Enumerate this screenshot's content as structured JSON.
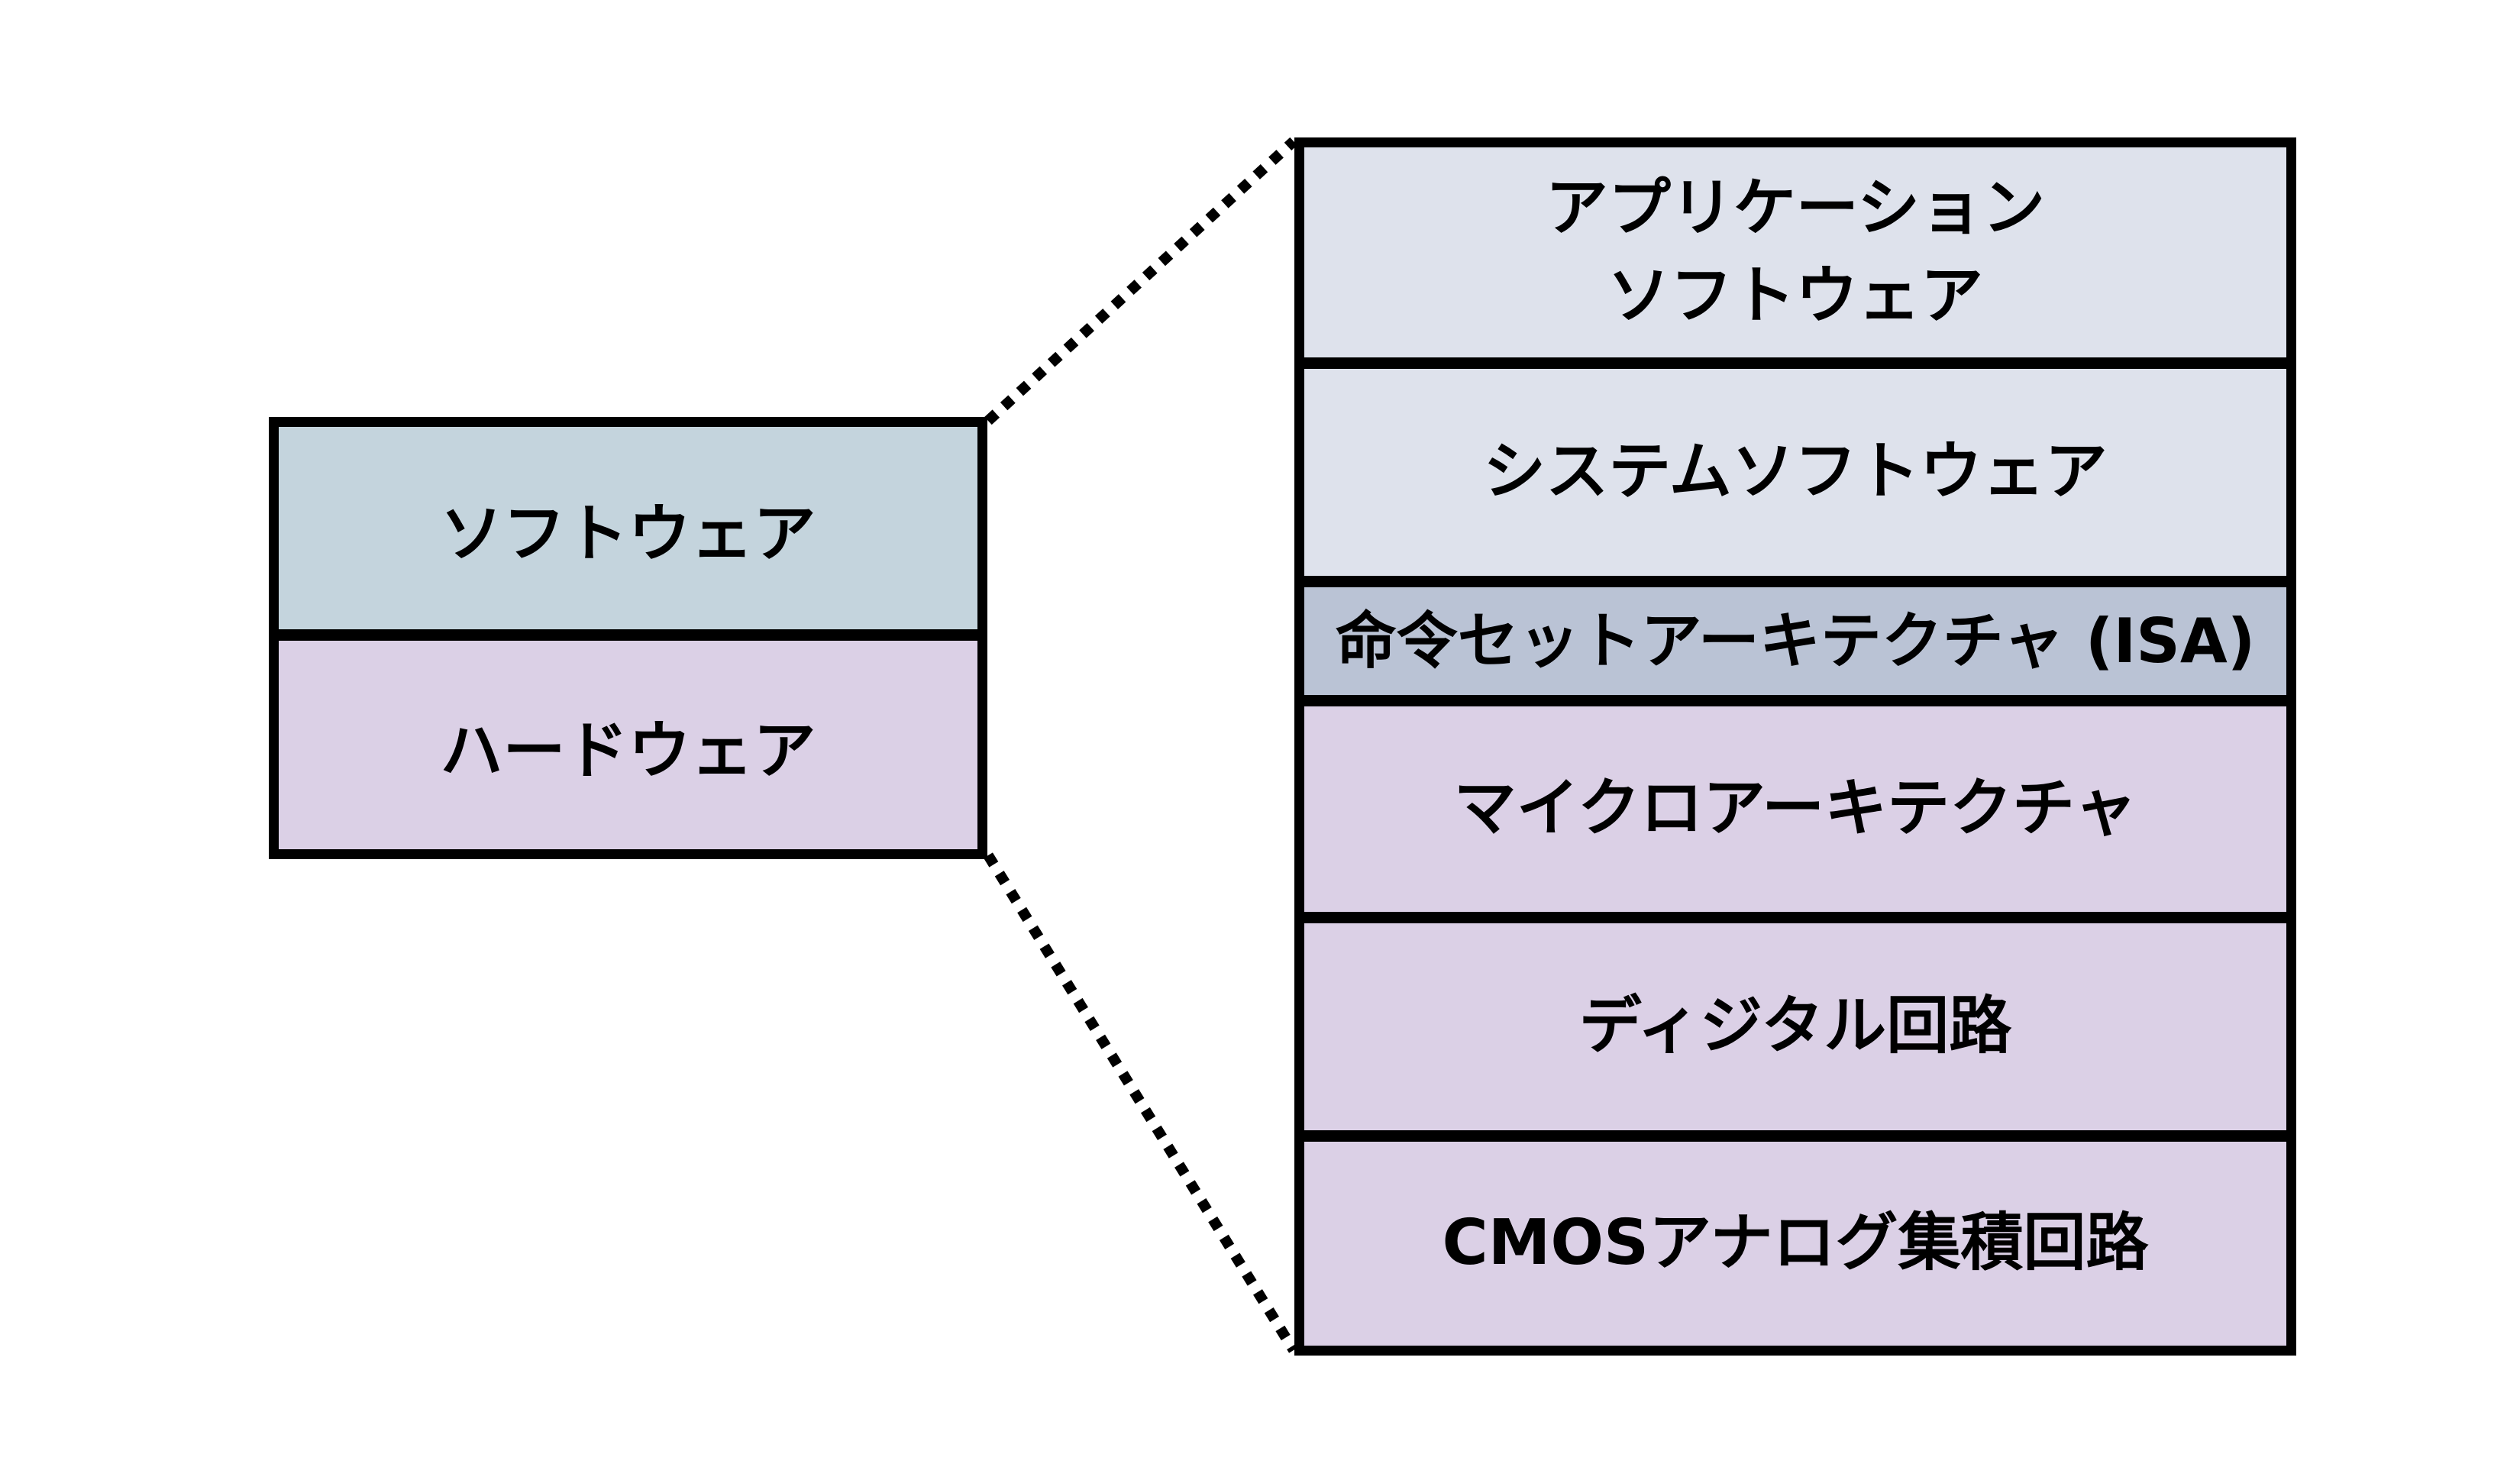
{
  "overview_box": {
    "software_label": "ソフトウェア",
    "hardware_label": "ハードウェア"
  },
  "detail_stack": {
    "rows": [
      {
        "id": "application-software",
        "category": "software",
        "lines": [
          "アプリケーション",
          "ソフトウェア"
        ]
      },
      {
        "id": "system-software",
        "category": "software",
        "lines": [
          "システムソフトウェア"
        ]
      },
      {
        "id": "isa",
        "category": "interface",
        "lines": [
          "命令セットアーキテクチャ (ISA)"
        ]
      },
      {
        "id": "microarchitecture",
        "category": "hardware",
        "lines": [
          "マイクロアーキテクチャ"
        ]
      },
      {
        "id": "digital-circuits",
        "category": "hardware",
        "lines": [
          "ディジタル回路"
        ]
      },
      {
        "id": "cmos-analog-ic",
        "category": "hardware",
        "lines": [
          "CMOSアナログ集積回路"
        ]
      }
    ]
  },
  "colors": {
    "background": "#ffffff",
    "border": "#000000",
    "overview_software_fill": "#c4d4dd",
    "overview_hardware_fill": "#dbd0e6",
    "detail_software_fill": "#dee2ec",
    "isa_fill": "#bac3d5",
    "detail_hardware_fill": "#dbd0e6",
    "text": "#000000"
  }
}
